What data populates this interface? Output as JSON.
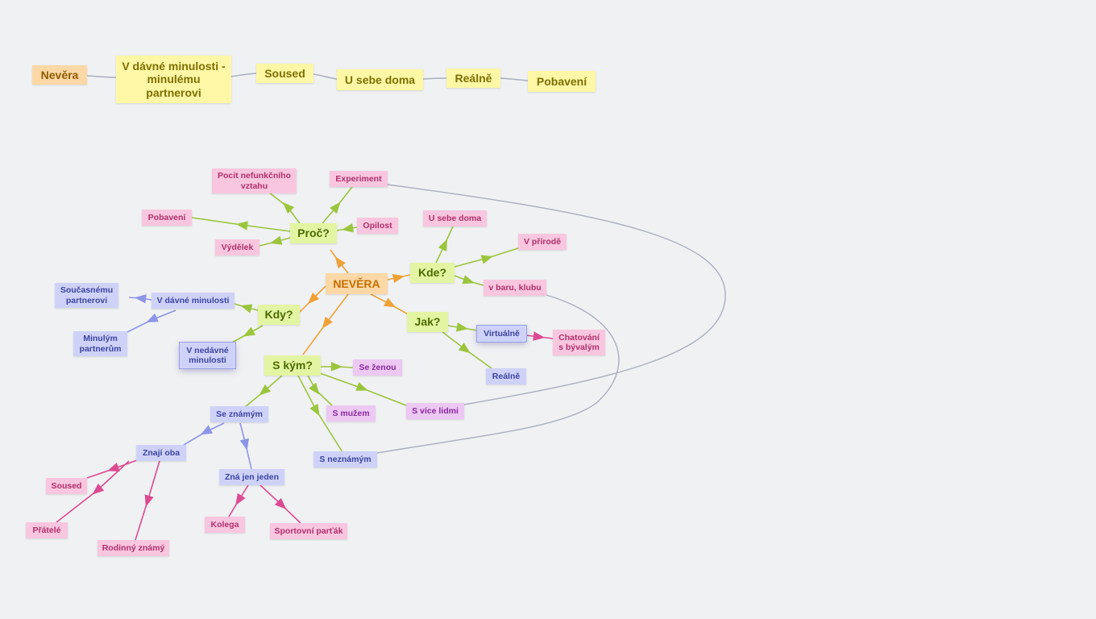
{
  "flow": {
    "nevera": "Nevěra",
    "minulost": "V dávné minulosti - minulému partnerovi",
    "soused": "Soused",
    "doma": "U sebe doma",
    "realne": "Reálně",
    "pobaveni": "Pobavení"
  },
  "map": {
    "center": "NEVĚRA",
    "q": {
      "proc": "Proč?",
      "kde": "Kde?",
      "kdy": "Kdy?",
      "jak": "Jak?",
      "skym": "S kým?"
    },
    "proc": {
      "pocit": "Pocit nefunkčního vztahu",
      "experiment": "Experiment",
      "pobaveni": "Pobavení",
      "opilost": "Opilost",
      "vydelek": "Výdělek"
    },
    "kde": {
      "doma": "U sebe doma",
      "priroda": "V přírodě",
      "bar": "v baru, klubu"
    },
    "kdy": {
      "davne": "V dávné minulosti",
      "soucasnemu": "Současnému partnerovi",
      "minulym": "Minulým partnerům",
      "nedavne": "V nedávné minulosti"
    },
    "jak": {
      "virtualne": "Virtuálně",
      "chat": "Chatování s bývalým",
      "realne": "Reálně"
    },
    "skym": {
      "zenou": "Se ženou",
      "muzem": "S mužem",
      "vice": "S více lidmi",
      "neznamym": "S neznámým",
      "znamym": "Se známým",
      "znajioba": "Znají oba",
      "znajeden": "Zná jen jeden",
      "soused": "Soused",
      "pratele": "Přátelé",
      "rodinny": "Rodinný známý",
      "kolega": "Kolega",
      "sportovni": "Sportovní parťák"
    }
  }
}
